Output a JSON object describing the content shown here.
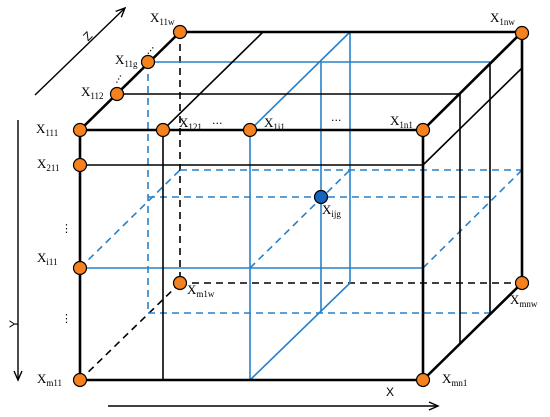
{
  "labels": {
    "x11w": {
      "base": "X",
      "sub": "11w"
    },
    "x1nw": {
      "base": "X",
      "sub": "1nw"
    },
    "x11g": {
      "base": "X",
      "sub": "11g"
    },
    "x112": {
      "base": "X",
      "sub": "112"
    },
    "x111": {
      "base": "X",
      "sub": "111"
    },
    "x121": {
      "base": "X",
      "sub": "121"
    },
    "x1i1": {
      "base": "X",
      "sub": "1i1"
    },
    "x1n1": {
      "base": "X",
      "sub": "1n1"
    },
    "x211": {
      "base": "X",
      "sub": "211"
    },
    "xi11": {
      "base": "X",
      "sub": "i11"
    },
    "xm11": {
      "base": "X",
      "sub": "m11"
    },
    "xmn1": {
      "base": "X",
      "sub": "mn1"
    },
    "xm1w": {
      "base": "X",
      "sub": "m1w"
    },
    "xmnw": {
      "base": "X",
      "sub": "mnw"
    },
    "xijg": {
      "base": "X",
      "sub": "ijg"
    }
  },
  "ellipsis": {
    "horizontal": "...",
    "vertical": "⋮"
  },
  "axes": {
    "x": "X",
    "y": "Y",
    "z": "Z"
  },
  "colors": {
    "outline": "#000000",
    "grid_blue": "#2980C9",
    "node_orange": "#F5821F",
    "node_blue": "#1565C0"
  }
}
